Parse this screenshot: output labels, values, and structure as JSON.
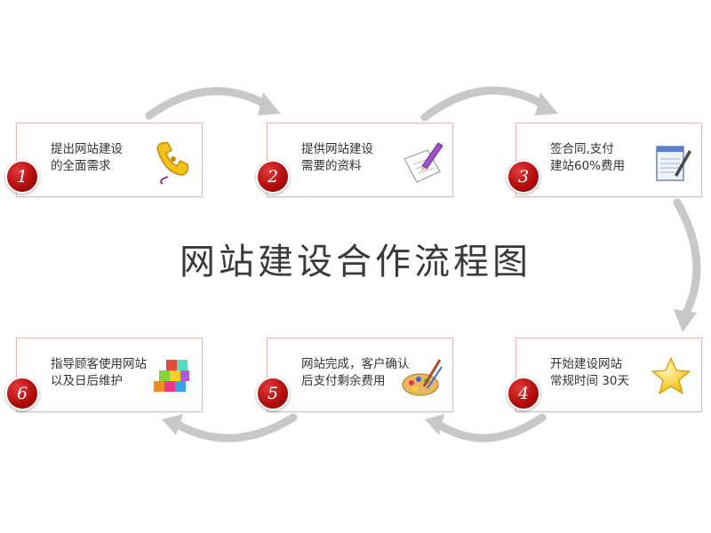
{
  "title": "网站建设合作流程图",
  "steps": [
    {
      "number": "1",
      "lines": [
        "提出网站建设",
        "的全面需求"
      ],
      "icon": "telephone-icon"
    },
    {
      "number": "2",
      "lines": [
        "提供网站建设",
        "需要的资料"
      ],
      "icon": "document-pencil-icon"
    },
    {
      "number": "3",
      "lines": [
        "签合同,支付",
        "建站60%费用"
      ],
      "icon": "contract-notepad-icon"
    },
    {
      "number": "4",
      "lines": [
        "开始建设网站",
        "常规时间 30天"
      ],
      "icon": "star-icon"
    },
    {
      "number": "5",
      "lines": [
        "网站完成，客户确认",
        "后支付剩余费用"
      ],
      "icon": "paint-palette-icon"
    },
    {
      "number": "6",
      "lines": [
        "指导顾客使用网站",
        "以及日后维护"
      ],
      "icon": "colored-cubes-icon"
    }
  ],
  "colors": {
    "badge": "#b40d0d",
    "card_border": "#e3b8b8",
    "arrow": "#c8c8c8",
    "title": "#3a3a3a"
  }
}
